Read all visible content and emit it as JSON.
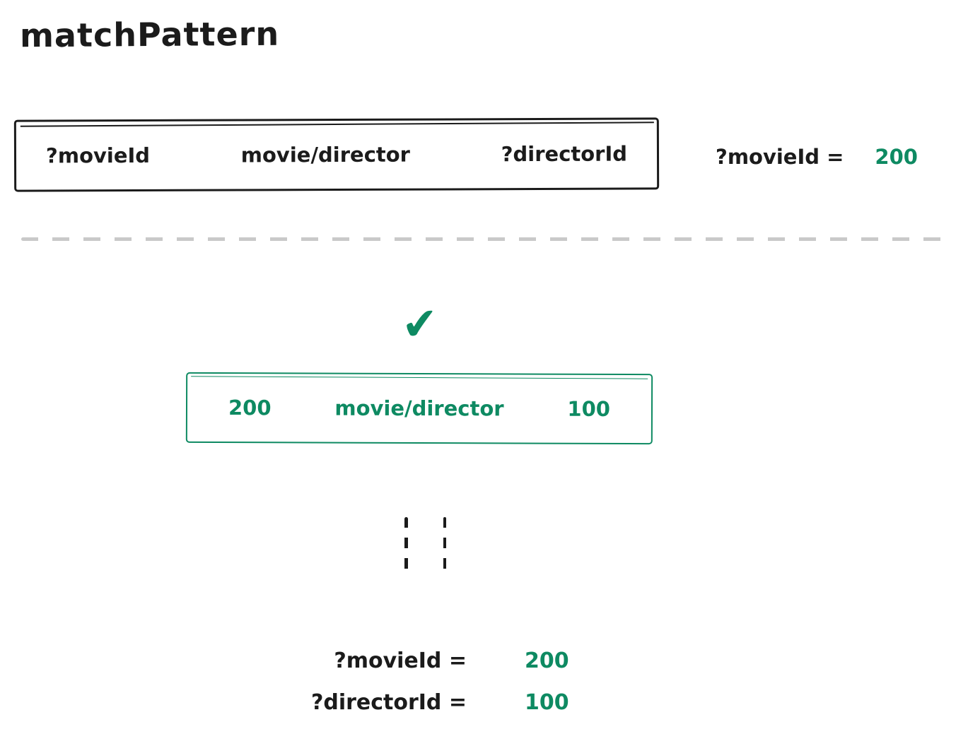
{
  "title": "matchPattern",
  "colors": {
    "ink": "#1b1b1b",
    "green": "#0e8a62",
    "divider_gray": "#c9c9c9"
  },
  "pattern_box": {
    "subject": "?movieId",
    "predicate": "movie/director",
    "object": "?directorId"
  },
  "binding_top": {
    "label": "?movieId =",
    "value": "200"
  },
  "checkmark_icon": "✔",
  "matched_box": {
    "subject": "200",
    "predicate": "movie/director",
    "object": "100"
  },
  "bindings_bottom": [
    {
      "label": "?movieId =",
      "value": "200"
    },
    {
      "label": "?directorId =",
      "value": "100"
    }
  ]
}
